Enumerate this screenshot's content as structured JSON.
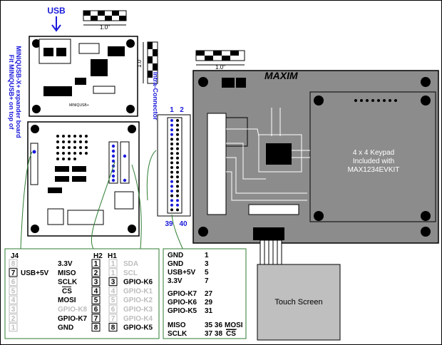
{
  "labels": {
    "usb": "USB",
    "fit_line1": "Fit MINIQUSB+ on top of",
    "fit_line2": "MINIQUSB-X+ expander board",
    "intra_connector": "Intra-Connector",
    "scale": "1.0\"",
    "intra_top_1": "1",
    "intra_top_2": "2",
    "intra_bot_39": "39",
    "intra_bot_40": "40",
    "keypad_line1": "4 x 4 Keypad",
    "keypad_line2": "Included with",
    "keypad_line3": "MAX1234EVKIT",
    "touch_screen": "Touch Screen",
    "maxim_logo": "MAXIM"
  },
  "table_left": {
    "headers": {
      "j4": "J4",
      "h2": "H2",
      "h1": "H1"
    },
    "rows": [
      {
        "j4n": "8",
        "j4l": "",
        "h2l": "3.3V",
        "h2n": "1",
        "h1n": "1",
        "h1l": "SDA",
        "j4gray": true,
        "h1gray": true
      },
      {
        "j4n": "7",
        "j4l": "USB+5V",
        "h2l": "MISO",
        "h2n": "2",
        "h1n": "1",
        "h1l": "SCL",
        "j4gray": false,
        "h1gray": true
      },
      {
        "j4n": "6",
        "j4l": "",
        "h2l": "SCLK",
        "h2n": "3",
        "h1n": "3",
        "h1l": "GPIO-K6",
        "j4gray": true,
        "h1gray": false
      },
      {
        "j4n": "5",
        "j4l": "",
        "h2l": "CS",
        "h2n": "4",
        "h1n": "4",
        "h1l": "GPIO-K1",
        "j4gray": true,
        "h1gray": true
      },
      {
        "j4n": "4",
        "j4l": "",
        "h2l": "MOSI",
        "h2n": "5",
        "h1n": "5",
        "h1l": "GPIO-K2",
        "j4gray": true,
        "h1gray": true
      },
      {
        "j4n": "3",
        "j4l": "",
        "h2l": "GPIO-K8",
        "h2n": "6",
        "h1n": "6",
        "h1l": "GPIO-K3",
        "j4gray": true,
        "h1gray": true
      },
      {
        "j4n": "2",
        "j4l": "",
        "h2l": "GPIO-K7",
        "h2n": "7",
        "h1n": "7",
        "h1l": "GPIO-K4",
        "j4gray": true,
        "h1gray": true
      },
      {
        "j4n": "1",
        "j4l": "",
        "h2l": "GND",
        "h2n": "8",
        "h1n": "8",
        "h1l": "GPIO-K5",
        "j4gray": true,
        "h1gray": false
      }
    ]
  },
  "table_right": {
    "rows": [
      {
        "name": "GND",
        "pin": "1"
      },
      {
        "name": "GND",
        "pin": "3"
      },
      {
        "name": "USB+5V",
        "pin": "5"
      },
      {
        "name": "3.3V",
        "pin": "7"
      },
      {
        "name": "GPIO-K7",
        "pin": "27"
      },
      {
        "name": "GPIO-K6",
        "pin": "29"
      },
      {
        "name": "GPIO-K5",
        "pin": "31"
      }
    ],
    "miso": {
      "name": "MISO",
      "pins": "35 36",
      "other": "MOSI"
    },
    "sclk": {
      "name": "SCLK",
      "pins": "37 38",
      "other": "CS"
    }
  },
  "colors": {
    "label_blue": "#1a1adb",
    "board_gray": "#8c8c8c",
    "trace_green": "#2e7d32"
  }
}
